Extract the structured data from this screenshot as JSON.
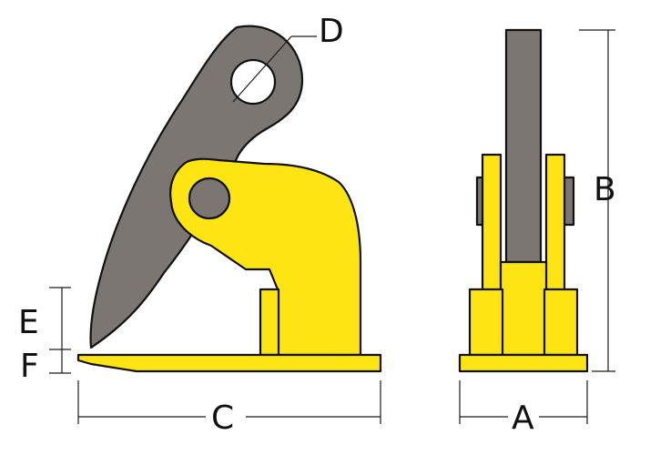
{
  "colors": {
    "yellow": "#FFE414",
    "gray": "#7B7671",
    "outline": "#111111",
    "dimension": "#1a1a1a"
  },
  "labels": {
    "a": "A",
    "b": "B",
    "c": "C",
    "d": "D",
    "e": "E",
    "f": "F"
  }
}
